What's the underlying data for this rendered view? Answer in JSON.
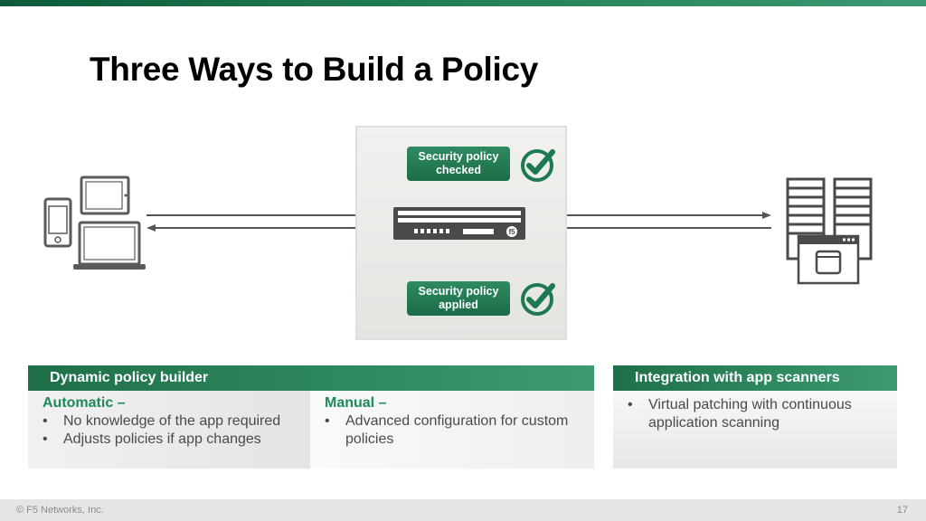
{
  "slide": {
    "title": "Three Ways to Build a Policy"
  },
  "diagram": {
    "pill_checked": [
      "Security policy",
      "checked"
    ],
    "pill_applied": [
      "Security policy",
      "applied"
    ],
    "appliance_logo": "f5"
  },
  "dynamic_builder": {
    "header": "Dynamic policy builder",
    "automatic": {
      "title": "Automatic –",
      "items": [
        "No knowledge of the app required",
        "Adjusts policies if app changes"
      ]
    },
    "manual": {
      "title": "Manual –",
      "items": [
        "Advanced configuration for custom policies"
      ]
    }
  },
  "scanners": {
    "header": "Integration with app scanners",
    "items": [
      "Virtual patching with continuous application scanning"
    ]
  },
  "footer": {
    "copyright": "© F5 Networks, Inc.",
    "page_number": "17"
  },
  "colors": {
    "accent_green": "#1d8a58",
    "dark_green": "#1b6c48",
    "icon_gray": "#5a5a5a"
  }
}
